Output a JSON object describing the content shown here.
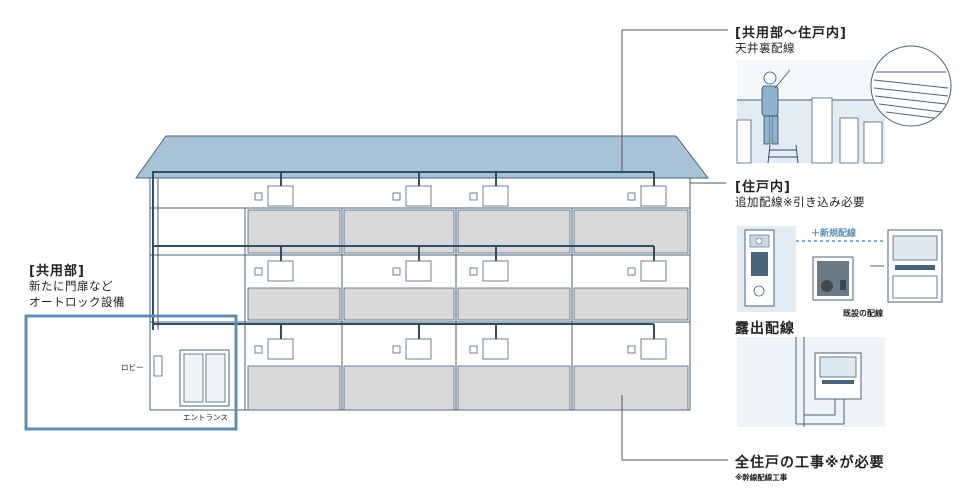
{
  "colors": {
    "accent": "#5d8fb5",
    "roof": "#a9c3d6",
    "panel": "#edf3f7",
    "wire": "#2f4f68",
    "wall_gray": "#d9d9d9"
  },
  "common_area": {
    "title": "[共用部]",
    "line1": "新たに門扉など",
    "line2": "オートロック設備",
    "lobby": "ロビー",
    "entrance": "エントランス"
  },
  "ceiling": {
    "title": "[共用部〜住戸内]",
    "subtitle": "天井裏配線"
  },
  "unit": {
    "title": "[住戸内]",
    "subtitle": "追加配線※引き込み必要",
    "new_wiring": "＋新規配線",
    "existing_wiring": "既設の配線"
  },
  "exposed": {
    "title": "露出配線"
  },
  "footer": {
    "main": "全住戸の工事※が必要",
    "note": "※幹線配線工事"
  },
  "icons": [
    "worker-illustration",
    "ladder-icon",
    "intercom-panel-icon",
    "door-phone-icon",
    "monitor-icon"
  ]
}
